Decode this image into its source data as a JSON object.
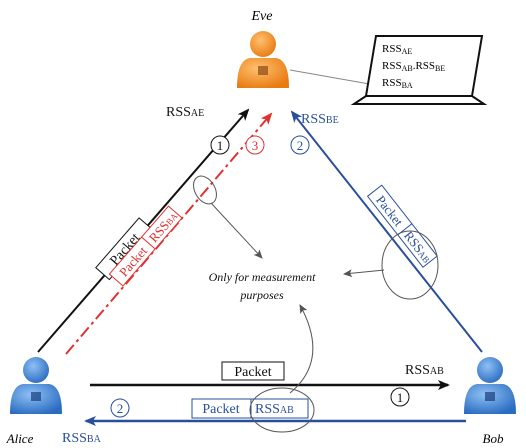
{
  "nodes": {
    "eve": "Eve",
    "alice": "Alice",
    "bob": "Bob"
  },
  "laptop": {
    "line1_main": "RSS",
    "line1_sub": "AE",
    "line2_main_a": "RSS",
    "line2_sub_a": "AB",
    "line2_sep": ".",
    "line2_main_b": "RSS",
    "line2_sub_b": "BE",
    "line3_main": "RSS",
    "line3_sub": "BA"
  },
  "labels": {
    "rss_ae_main": "RSS",
    "rss_ae_sub": "AE",
    "rss_be_main": "RSS",
    "rss_be_sub": "BE",
    "rss_ab_main": "RSS",
    "rss_ab_sub": "AB",
    "rss_ba_main": "RSS",
    "rss_ba_sub": "BA"
  },
  "steps": {
    "s1_left": "1",
    "s3": "3",
    "s2_right": "2",
    "s1_bottom": "1",
    "s2_bottom": "2"
  },
  "packets": {
    "packet": "Packet",
    "packet_red": "Packet",
    "rss_red_main": "RSS",
    "rss_red_sub": "BA",
    "packet_blue_diag": "Packet",
    "rss_blue_diag_main": "RSS",
    "rss_blue_diag_sub": "AB",
    "packet_bottom": "Packet",
    "packet_blue_bottom": "Packet",
    "rss_blue_bottom_main": "RSS",
    "rss_blue_bottom_sub": "AB"
  },
  "annotation": {
    "line1": "Only for measurement",
    "line2": "purposes"
  },
  "colors": {
    "black": "#111111",
    "red": "#e03030",
    "blue": "#2a4f9a",
    "orange": "#f08a1c",
    "person_blue": "#3f7fd0"
  }
}
